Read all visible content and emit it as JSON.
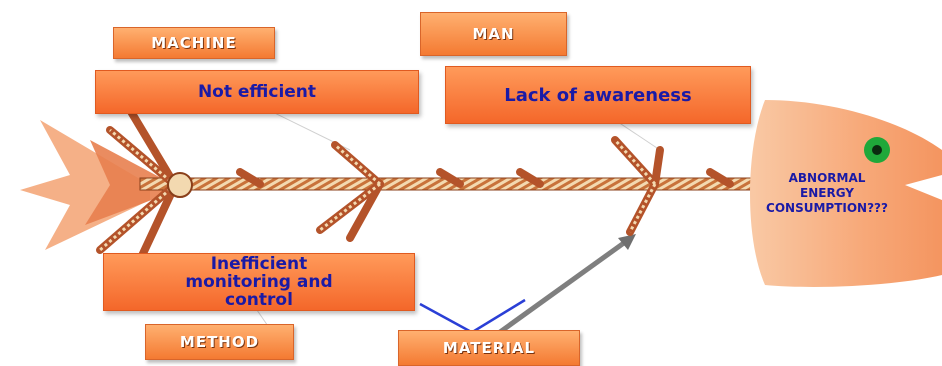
{
  "categories": {
    "machine": "MACHINE",
    "man": "MAN",
    "method": "METHOD",
    "material": "MATERIAL"
  },
  "causes": {
    "machine": "Not efficient",
    "man": "Lack of awareness",
    "method_line1": "Inefficient",
    "method_line2": "monitoring and",
    "method_line3": "control"
  },
  "effect": {
    "line1": "ABNORMAL",
    "line2": "ENERGY",
    "line3": "CONSUMPTION???"
  },
  "colors": {
    "box_orange": "#f47a32",
    "text_blue": "#1a1aa6",
    "fish_head": "#f7a878",
    "eye_green": "#1fa83a",
    "cross_out": "#2a3fd6"
  }
}
